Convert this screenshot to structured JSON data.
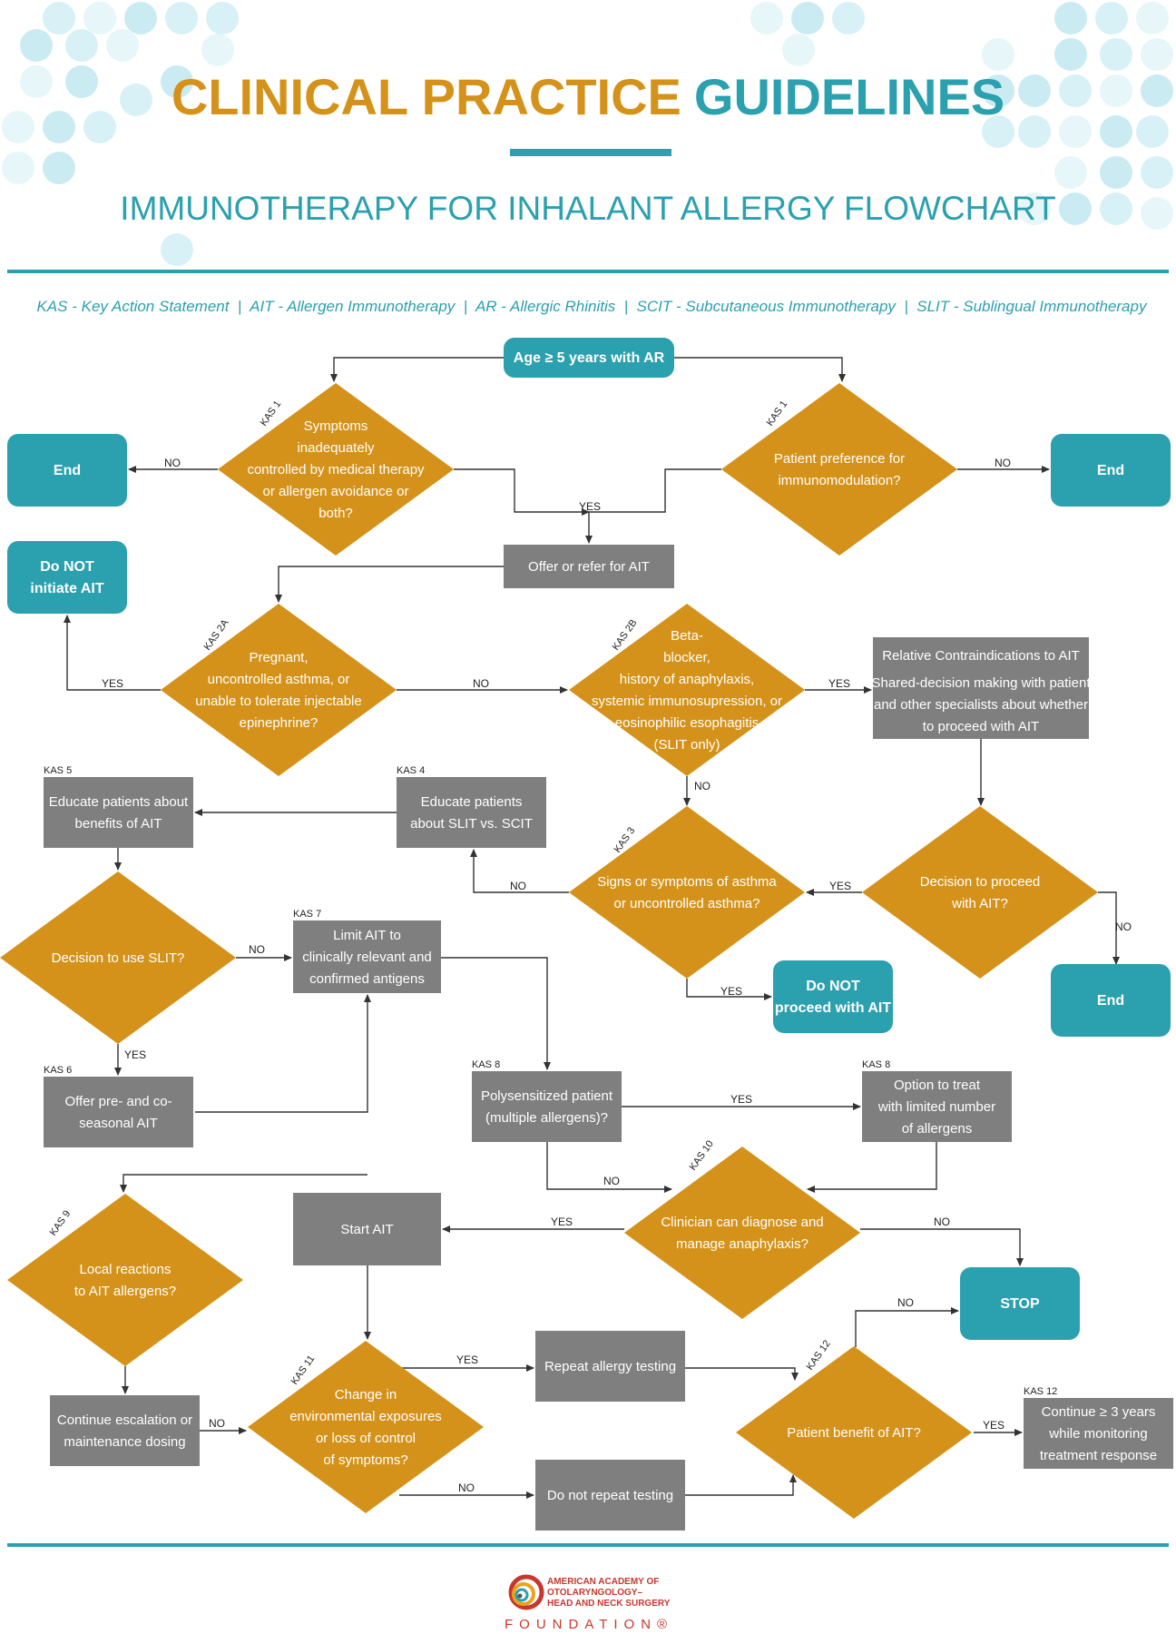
{
  "header": {
    "title_part1": "CLINICAL PRACTICE",
    "title_part2": "GUIDELINES",
    "subtitle": "IMMUNOTHERAPY FOR INHALANT ALLERGY FLOWCHART",
    "abbreviations": "KAS - Key Action Statement  |  AIT - Allergen Immunotherapy  |  AR - Allergic Rhinitis  |  SCIT - Subcutaneous Immunotherapy  |  SLIT - Sublingual Immunotherapy"
  },
  "colors": {
    "gold": "#D4921A",
    "teal": "#2BA0AE",
    "grey": "#7F7F7F",
    "title_gold": "#D4921A",
    "title_teal": "#2BA0AE",
    "line": "#333333"
  },
  "nodes": [
    {
      "id": "start",
      "lines": [
        "Age ≥ 5 years with AR"
      ]
    },
    {
      "id": "end1",
      "lines": [
        "End"
      ]
    },
    {
      "id": "d_symptoms",
      "lines": [
        "Symptoms",
        "inadequately",
        "controlled by medical therapy",
        "or allergen avoidance or",
        "both?"
      ]
    },
    {
      "id": "d_pref",
      "lines": [
        "Patient preference for",
        "immunomodulation?"
      ]
    },
    {
      "id": "end2",
      "lines": [
        "End"
      ]
    },
    {
      "id": "offer",
      "lines": [
        "Offer or refer for AIT"
      ]
    },
    {
      "id": "donot_initiate",
      "lines": [
        "Do NOT",
        "initiate AIT"
      ]
    },
    {
      "id": "d_pregnant",
      "lines": [
        "Pregnant,",
        "uncontrolled asthma, or",
        "unable to tolerate injectable",
        "epinephrine?"
      ]
    },
    {
      "id": "d_beta",
      "lines": [
        "Beta-",
        "blocker,",
        "history of anaphylaxis,",
        "systemic immunosupression, or",
        "eosinophilic esophagitis",
        "(SLIT only)"
      ]
    },
    {
      "id": "rel_contra",
      "lines": [
        "Relative Contraindications to AIT",
        "Shared-decision making with patient",
        "and other specialists about whether",
        "to proceed with AIT"
      ]
    },
    {
      "id": "edu_benefits",
      "lines": [
        "Educate patients about",
        "benefits of AIT"
      ]
    },
    {
      "id": "edu_slit",
      "lines": [
        "Educate patients",
        "about SLIT vs. SCIT"
      ]
    },
    {
      "id": "d_asthma",
      "lines": [
        "Signs or symptoms of asthma",
        "or uncontrolled asthma?"
      ]
    },
    {
      "id": "d_proceed",
      "lines": [
        "Decision to proceed",
        "with AIT?"
      ]
    },
    {
      "id": "d_slit",
      "lines": [
        "Decision to use SLIT?"
      ]
    },
    {
      "id": "limit",
      "lines": [
        "Limit AIT to",
        "clinically relevant and",
        "confirmed antigens"
      ]
    },
    {
      "id": "donot_proceed",
      "lines": [
        "Do NOT",
        "proceed with AIT"
      ]
    },
    {
      "id": "end3",
      "lines": [
        "End"
      ]
    },
    {
      "id": "offer_pre",
      "lines": [
        "Offer pre- and co-",
        "seasonal AIT"
      ]
    },
    {
      "id": "poly",
      "lines": [
        "Polysensitized patient",
        "(multiple allergens)?"
      ]
    },
    {
      "id": "option",
      "lines": [
        "Option to treat",
        "with limited number",
        "of allergens"
      ]
    },
    {
      "id": "d_local",
      "lines": [
        "Local reactions",
        "to AIT allergens?"
      ]
    },
    {
      "id": "start_ait",
      "lines": [
        "Start AIT"
      ]
    },
    {
      "id": "d_clin",
      "lines": [
        "Clinician can diagnose and",
        "manage anaphylaxis?"
      ]
    },
    {
      "id": "stop",
      "lines": [
        "STOP"
      ]
    },
    {
      "id": "continue_esc",
      "lines": [
        "Continue escalation or",
        "maintenance dosing"
      ]
    },
    {
      "id": "d_change",
      "lines": [
        "Change in",
        "environmental exposures",
        "or loss of control",
        "of symptoms?"
      ]
    },
    {
      "id": "repeat",
      "lines": [
        "Repeat allergy testing"
      ]
    },
    {
      "id": "d_benefit",
      "lines": [
        "Patient benefit of AIT?"
      ]
    },
    {
      "id": "continue3",
      "lines": [
        "Continue ≥ 3 years",
        "while monitoring",
        "treatment response"
      ]
    },
    {
      "id": "no_repeat",
      "lines": [
        "Do not repeat testing"
      ]
    }
  ],
  "kas_labels": [
    {
      "id": "kas_symptoms",
      "text": "KAS 1"
    },
    {
      "id": "kas_pref",
      "text": "KAS 1"
    },
    {
      "id": "kas_pregnant",
      "text": "KAS 2A"
    },
    {
      "id": "kas_beta",
      "text": "KAS 2B"
    },
    {
      "id": "kas_edu_benefits",
      "text": "KAS 5"
    },
    {
      "id": "kas_edu_slit",
      "text": "KAS 4"
    },
    {
      "id": "kas_asthma",
      "text": "KAS 3"
    },
    {
      "id": "kas_limit",
      "text": "KAS 7"
    },
    {
      "id": "kas_offer_pre",
      "text": "KAS 6"
    },
    {
      "id": "kas_poly",
      "text": "KAS 8"
    },
    {
      "id": "kas_option",
      "text": "KAS 8"
    },
    {
      "id": "kas_clin",
      "text": "KAS 10"
    },
    {
      "id": "kas_local",
      "text": "KAS 9"
    },
    {
      "id": "kas_change",
      "text": "KAS 11"
    },
    {
      "id": "kas_benefit",
      "text": "KAS 12"
    },
    {
      "id": "kas_continue3",
      "text": "KAS 12"
    }
  ],
  "edge_labels": [
    {
      "id": "e_sym_no",
      "text": "NO"
    },
    {
      "id": "e_pref_no",
      "text": "NO"
    },
    {
      "id": "e_yes_offer",
      "text": "YES"
    },
    {
      "id": "e_preg_yes",
      "text": "YES"
    },
    {
      "id": "e_preg_no",
      "text": "NO"
    },
    {
      "id": "e_beta_yes",
      "text": "YES"
    },
    {
      "id": "e_beta_no",
      "text": "NO"
    },
    {
      "id": "e_asthma_no",
      "text": "NO"
    },
    {
      "id": "e_proceed_yes",
      "text": "YES"
    },
    {
      "id": "e_proceed_no",
      "text": "NO"
    },
    {
      "id": "e_slit_no",
      "text": "NO"
    },
    {
      "id": "e_asthma_yes",
      "text": "YES"
    },
    {
      "id": "e_slit_yes",
      "text": "YES"
    },
    {
      "id": "e_poly_yes",
      "text": "YES"
    },
    {
      "id": "e_poly_no",
      "text": "NO"
    },
    {
      "id": "e_clin_yes",
      "text": "YES"
    },
    {
      "id": "e_clin_no",
      "text": "NO"
    },
    {
      "id": "e_benefit_no",
      "text": "NO"
    },
    {
      "id": "e_change_yes",
      "text": "YES"
    },
    {
      "id": "e_local_no",
      "text": "NO"
    },
    {
      "id": "e_benefit_yes",
      "text": "YES"
    },
    {
      "id": "e_change_no",
      "text": "NO"
    }
  ],
  "footer": {
    "org_line1": "AMERICAN ACADEMY OF",
    "org_line2": "OTOLARYNGOLOGY–",
    "org_line3": "HEAD AND NECK SURGERY",
    "foundation": "FOUNDATION®"
  }
}
